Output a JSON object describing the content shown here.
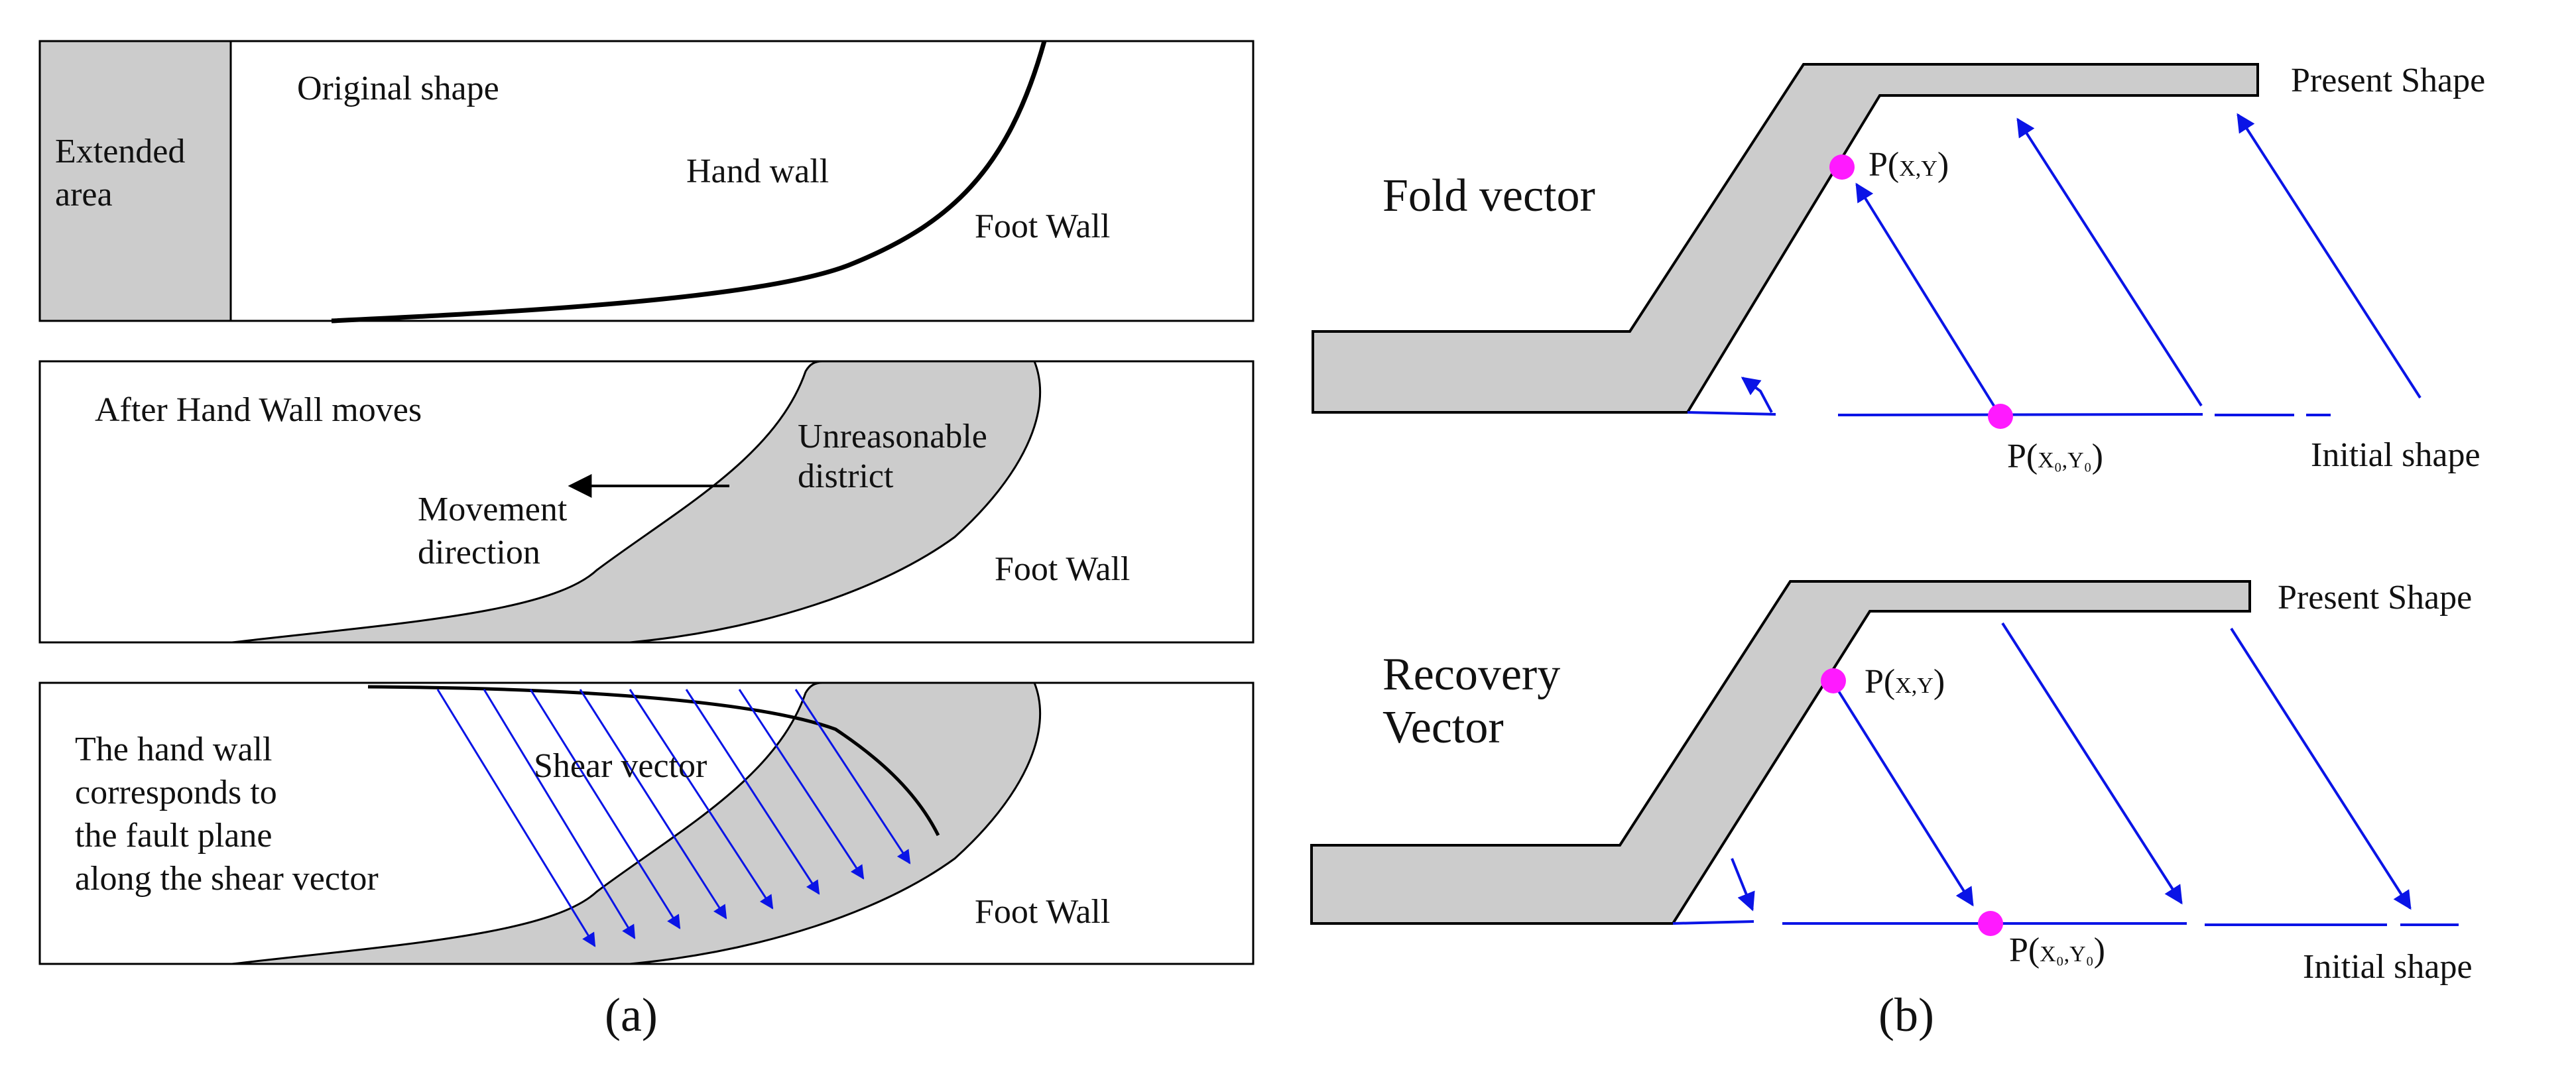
{
  "colors": {
    "fill_gray": "#cccccc",
    "stroke_black": "#000000",
    "vector_blue": "#0a14e6",
    "point_magenta": "#ff1aff"
  },
  "panel_a": {
    "caption": "(a)",
    "box1": {
      "extended_area_line1": "Extended",
      "extended_area_line2": "area",
      "original_shape": "Original shape",
      "hand_wall": "Hand wall",
      "foot_wall": "Foot Wall"
    },
    "box2": {
      "title": "After Hand Wall moves",
      "unreasonable_line1": "Unreasonable",
      "unreasonable_line2": "district",
      "movement_line1": "Movement",
      "movement_line2": "direction",
      "foot_wall": "Foot Wall"
    },
    "box3": {
      "note_line1": "The hand wall",
      "note_line2": "corresponds to",
      "note_line3": "the fault plane",
      "note_line4": "along the shear vector",
      "shear_vector": "Shear vector",
      "foot_wall": "Foot Wall"
    }
  },
  "panel_b": {
    "caption": "(b)",
    "top": {
      "title": "Fold vector",
      "present_shape": "Present Shape",
      "initial_shape": "Initial shape",
      "point_xy_p": "P(",
      "point_xy_sub": "X,Y",
      "point_xy_close": ")",
      "point_x0y0_p": "P(",
      "point_x0y0_sub": "X₀,Y₀",
      "point_x0y0_close": ")"
    },
    "bottom": {
      "title_line1": "Recovery",
      "title_line2": "Vector",
      "present_shape": "Present Shape",
      "initial_shape": "Initial shape",
      "point_xy_p": "P(",
      "point_xy_sub": "X,Y",
      "point_xy_close": ")",
      "point_x0y0_p": "P(",
      "point_x0y0_sub": "X₀,Y₀",
      "point_x0y0_close": ")"
    }
  }
}
